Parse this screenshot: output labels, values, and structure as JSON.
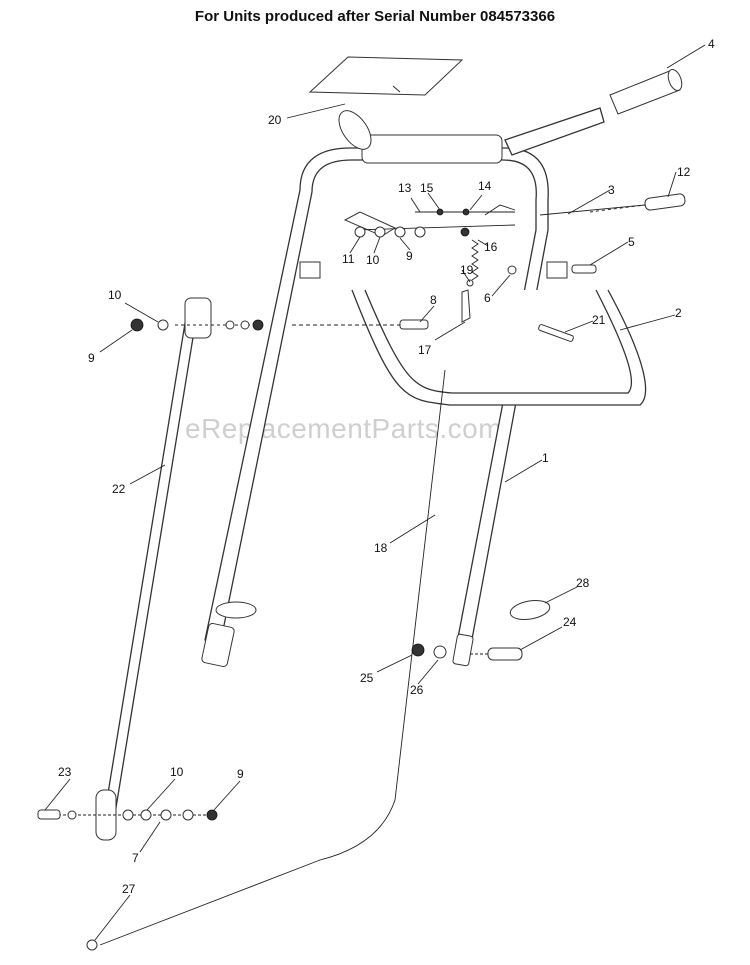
{
  "title": "For Units produced after Serial Number 084573366",
  "watermark": "eReplacementParts.com",
  "callouts": [
    "1",
    "2",
    "3",
    "4",
    "5",
    "6",
    "7",
    "8",
    "9",
    "9",
    "9",
    "10",
    "10",
    "10",
    "11",
    "12",
    "13",
    "14",
    "15",
    "16",
    "17",
    "18",
    "19",
    "20",
    "21",
    "22",
    "23",
    "24",
    "25",
    "26",
    "27",
    "28"
  ]
}
